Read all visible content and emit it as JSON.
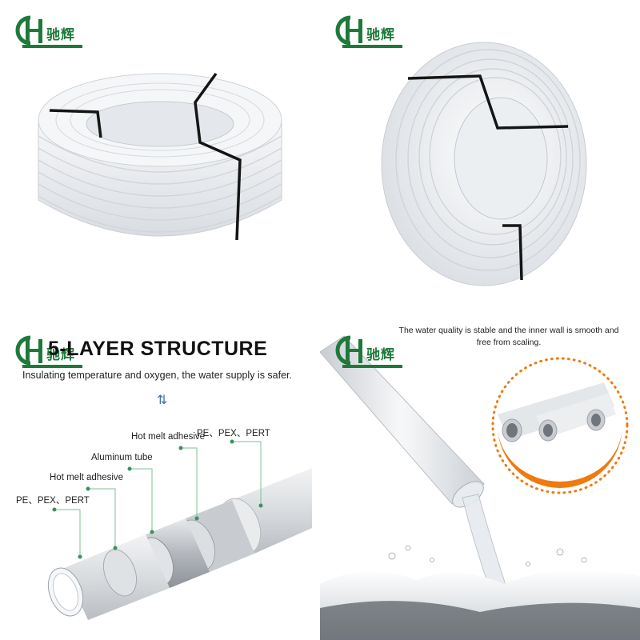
{
  "brand": {
    "logo_letters": "CHL",
    "logo_text": "驰辉",
    "brand_green": "#1d7a3a"
  },
  "panels": {
    "coil_flat": {
      "image": "white pipe coil lying flat with black straps"
    },
    "coil_upright": {
      "image": "white pipe coil standing upright with black straps"
    },
    "structure": {
      "title": "5-LAYER STRUCTURE",
      "subtitle": "Insulating temperature and oxygen, the water supply is safer.",
      "icon": "swap-arrows-icon",
      "layers": [
        {
          "label": "PE、PEX、PERT"
        },
        {
          "label": "Hot melt adhesive"
        },
        {
          "label": "Aluminum tube"
        },
        {
          "label": "Hot melt adhesive"
        },
        {
          "label": "PE、PEX、PERT"
        }
      ]
    },
    "water": {
      "caption_line1": "The water quality is stable and the inner wall is smooth and",
      "caption_line2": "free from scaling."
    }
  }
}
